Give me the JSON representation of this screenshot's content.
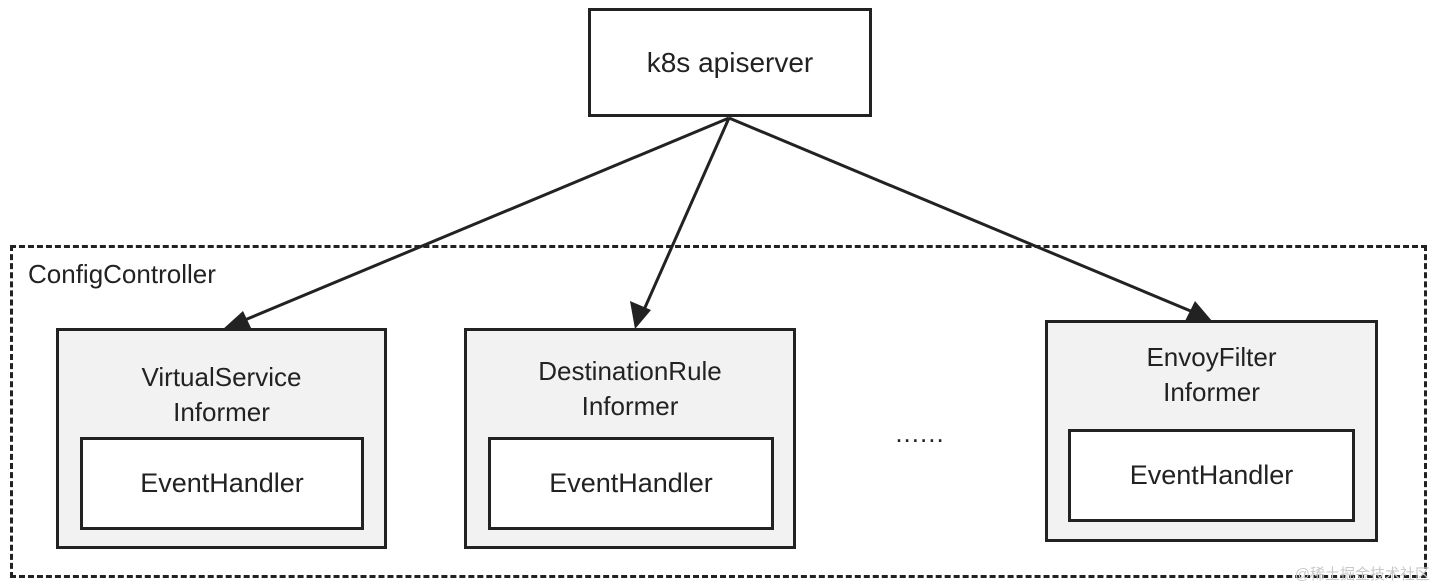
{
  "apiserver": {
    "label": "k8s apiserver"
  },
  "controller": {
    "label": "ConfigController"
  },
  "informers": [
    {
      "line1": "VirtualService",
      "line2": "Informer",
      "handler": "EventHandler"
    },
    {
      "line1": "DestinationRule",
      "line2": "Informer",
      "handler": "EventHandler"
    },
    {
      "line1": "EnvoyFilter",
      "line2": "Informer",
      "handler": "EventHandler"
    }
  ],
  "ellipsis": "......",
  "watermark": "@稀土掘金技术社区"
}
